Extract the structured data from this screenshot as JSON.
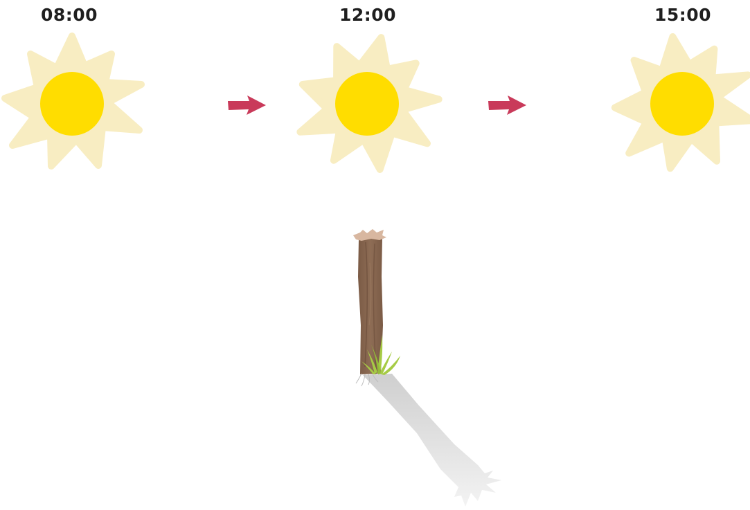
{
  "times": [
    "08:00",
    "12:00",
    "15:00"
  ],
  "colors": {
    "sun_core": "#FFDD00",
    "sun_rays": "#F8EDC2",
    "arrow": "#C93A5A",
    "post_wood": "#8B6A52",
    "post_top": "#D8B7A0",
    "grass": "#A6CB45",
    "shadow": "#DADADA"
  },
  "icons": [
    "sun-icon",
    "right-arrow-icon",
    "wooden-post-icon",
    "grass-icon",
    "shadow-shape"
  ]
}
